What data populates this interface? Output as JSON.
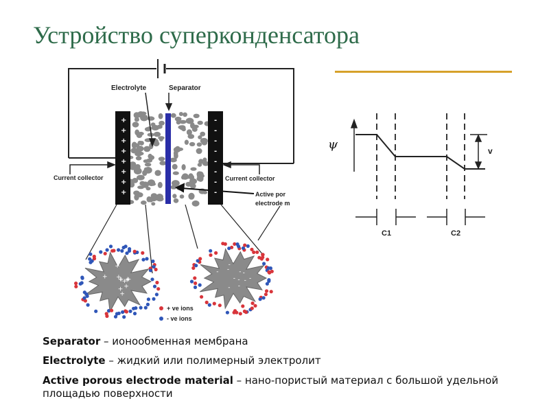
{
  "title": "Устройство суперконденсатора",
  "colors": {
    "title": "#2e6b4a",
    "accent_line": "#d6a12a",
    "electrode": "#111111",
    "separator": "#2a2ea8",
    "particles": "#8a8a8a",
    "positive_ions": "#d8353b",
    "negative_ions": "#2f56b8"
  },
  "cell": {
    "electrolyte_label": "Electrolyte",
    "separator_label": "Separator",
    "current_collector_left": "Current collector",
    "current_collector_right": "Current collector",
    "active_pores_line1": "Active por",
    "active_pores_line2": "electrode m",
    "legend_pos": "+ ve ions",
    "legend_neg": "- ve ions",
    "plus_sign": "+",
    "minus_sign": "-"
  },
  "potential_graph": {
    "psi_label": "ψ",
    "v_label": "v",
    "c1_label": "C1",
    "c2_label": "C2"
  },
  "descriptions": [
    {
      "term": "Separator",
      "text": " – ионообменная мембрана"
    },
    {
      "term": "Electrolyte",
      "text": " – жидкий или полимерный электролит"
    },
    {
      "term": "Active porous electrode material",
      "text": " – нано-пористый материал с большой удельной площадью поверхности"
    }
  ]
}
